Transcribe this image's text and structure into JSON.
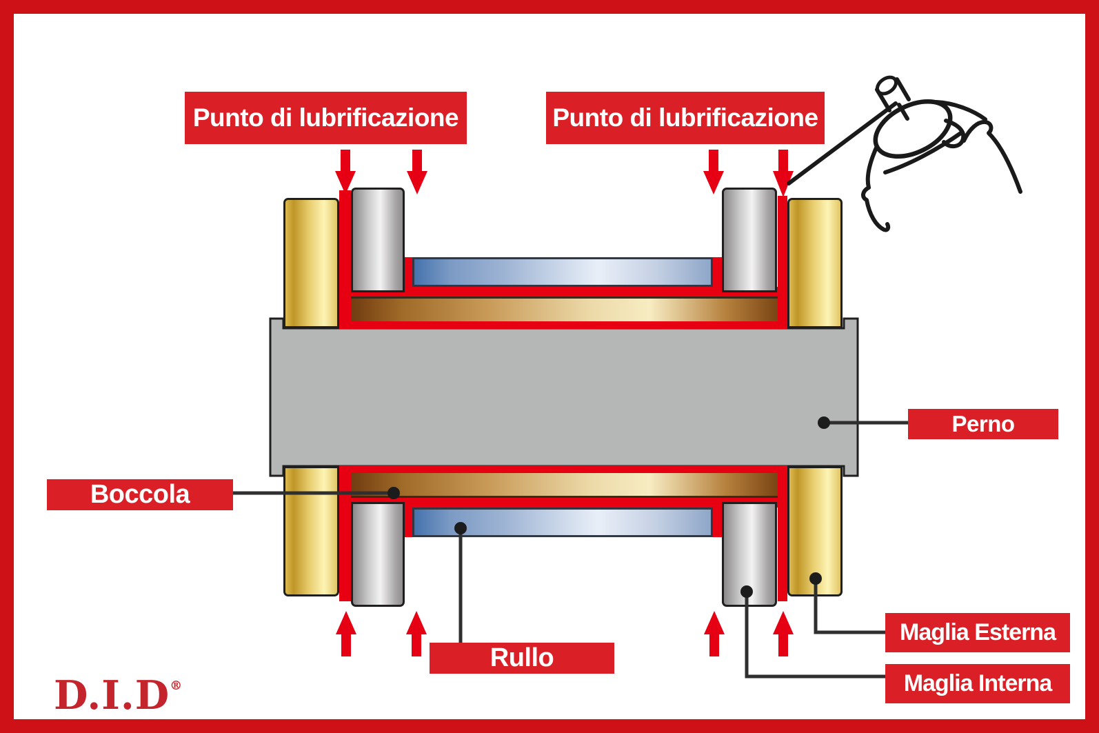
{
  "diagram": {
    "lube_labels": {
      "left": "Punto di lubrificazione",
      "right": "Punto di lubrificazione"
    },
    "part_labels": {
      "pin": "Perno",
      "bushing": "Boccola",
      "roller": "Rullo",
      "outer_link": "Maglia Esterna",
      "inner_link": "Maglia Interna"
    },
    "logo": {
      "text": "D.I.D",
      "registered": "®"
    }
  },
  "colors": {
    "frame_red": "#ce1117",
    "label_red": "#da2026",
    "lube_red": "#e60012",
    "arrow_red": "#e60013",
    "logo_red": "#c4242b",
    "pin_gray": "#b5b7b6",
    "outline_dark": "#1f1f1f",
    "leader_dark": "#2f2f2f",
    "gold_dark": "#bf9627",
    "gold_light": "#fdf4b4",
    "silver_dark": "#8a8889",
    "silver_light": "#f4f3f4",
    "blue_dark": "#4573ad",
    "blue_light": "#e9eff8",
    "brown_dark": "#713c10",
    "brown_light": "#f7ecc2"
  }
}
